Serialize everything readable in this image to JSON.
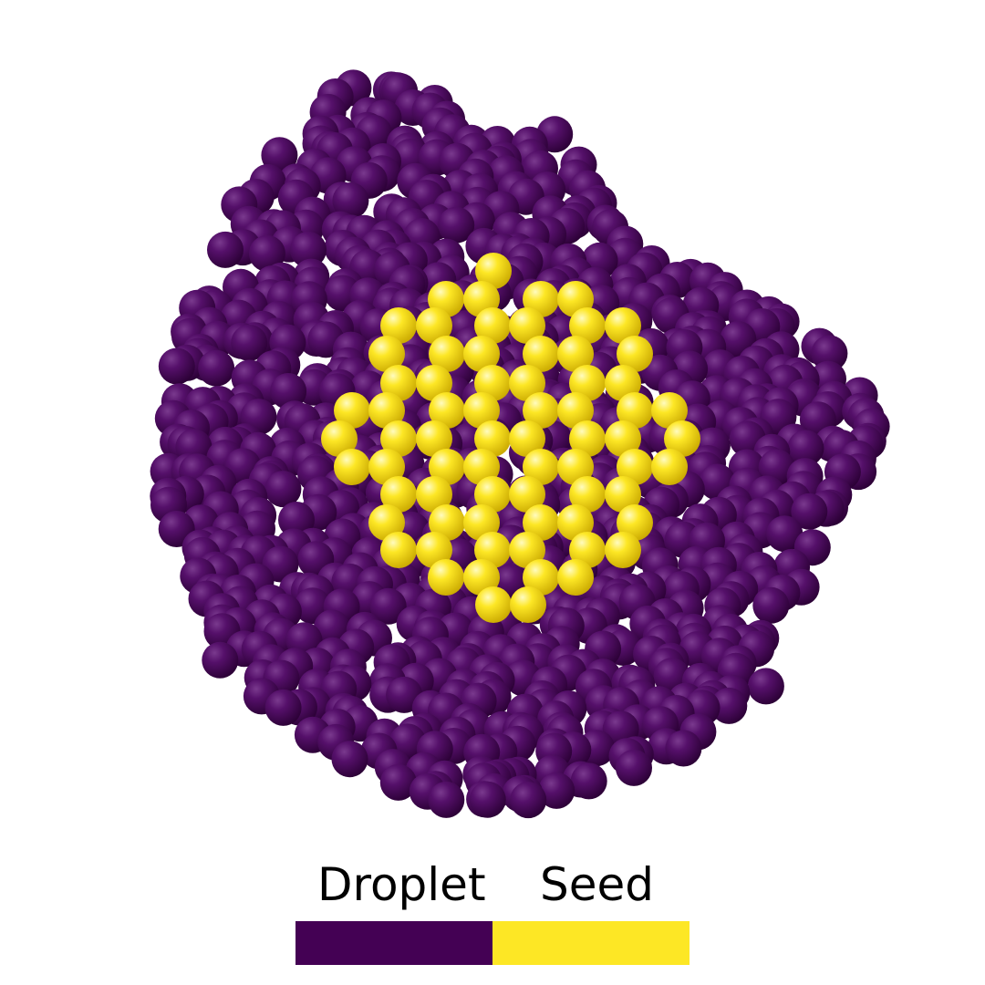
{
  "legend": {
    "droplet_label": "Droplet",
    "seed_label": "Seed",
    "droplet_color": "#440154",
    "seed_color": "#fde725"
  },
  "render": {
    "type": "particle-render",
    "particle_shape": "sphere",
    "outer_particles": "droplet",
    "inner_particles": "seed"
  }
}
